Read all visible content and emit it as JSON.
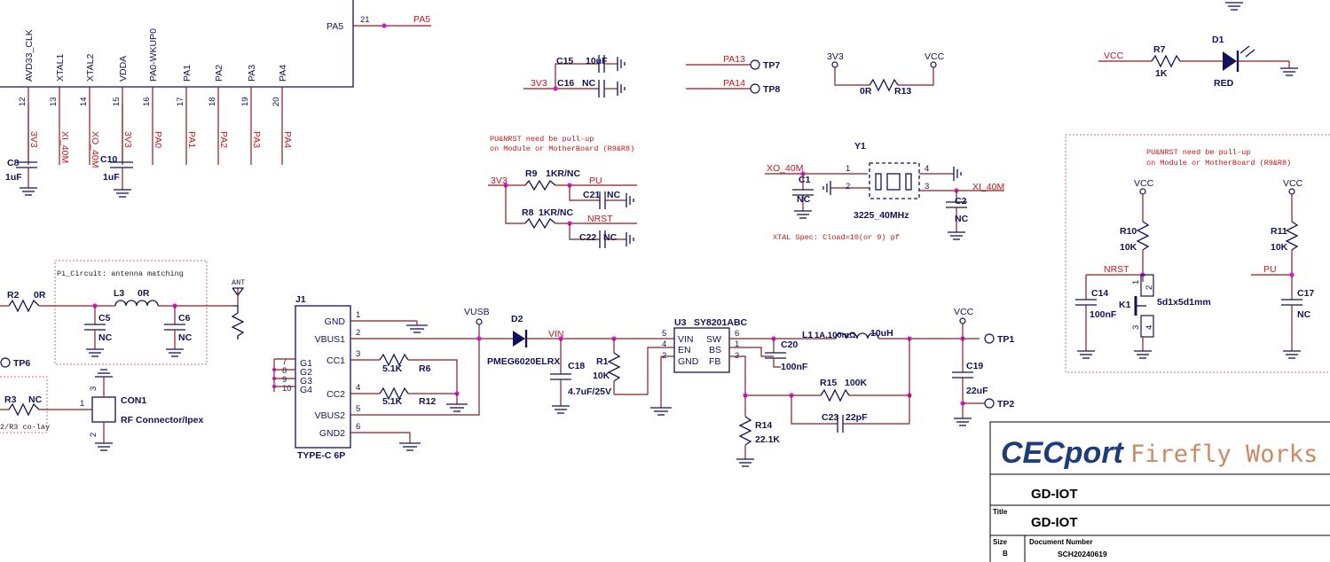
{
  "mcu": {
    "pins": [
      {
        "num": "12",
        "name": "AVD33_CLK",
        "net": "3V3"
      },
      {
        "num": "13",
        "name": "XTAL1",
        "net": "XI_40M"
      },
      {
        "num": "14",
        "name": "XTAL2",
        "net": "XO_40M"
      },
      {
        "num": "15",
        "name": "VDDA",
        "net": "3V3"
      },
      {
        "num": "16",
        "name": "PA0-WKUP0",
        "net": "PA0"
      },
      {
        "num": "17",
        "name": "PA1",
        "net": "PA1"
      },
      {
        "num": "18",
        "name": "PA2",
        "net": "PA2"
      },
      {
        "num": "19",
        "name": "PA3",
        "net": "PA3"
      },
      {
        "num": "20",
        "name": "PA4",
        "net": "PA4"
      }
    ],
    "pa5": {
      "name": "PA5",
      "num": "21",
      "net": "PA5"
    },
    "c8": {
      "ref": "C8",
      "val": "1uF"
    },
    "c10": {
      "ref": "C10",
      "val": "1uF"
    }
  },
  "caps_top": {
    "c15": "C15",
    "c15_val": "10uF",
    "c16": "C16",
    "c16_val": "NC",
    "net": "3V3"
  },
  "testpoints_top": {
    "tp7_net": "PA13",
    "tp7": "TP7",
    "tp8_net": "PA14",
    "tp8": "TP8"
  },
  "r13": {
    "left": "3V3",
    "right": "VCC",
    "val": "0R",
    "ref": "R13"
  },
  "led": {
    "net": "VCC",
    "r_ref": "R7",
    "r_val": "1K",
    "d_ref": "D1",
    "d_val": "RED"
  },
  "reset_note": {
    "line1": "PU&NRST need be pull-up",
    "line2": "on Module or MotherBoard (R9&R8)"
  },
  "pullups": {
    "net": "3V3",
    "r9": "R9",
    "r9_val": "1KR/NC",
    "pu": "PU",
    "c21": "C21",
    "c21_val": "NC",
    "r8": "R8",
    "r8_val": "1KR/NC",
    "nrst": "NRST",
    "c22": "C22",
    "c22_val": "NC"
  },
  "crystal": {
    "ref": "Y1",
    "val": "3225_40MHz",
    "xo": "XO_40M",
    "xi": "XI_40M",
    "c1": "C1",
    "c1_val": "NC",
    "c2": "C2",
    "c2_val": "NC",
    "p1": "1",
    "p2": "2",
    "p3": "3",
    "p4": "4",
    "spec": "XTAL Spec: Cload=10(or 9) pf"
  },
  "rf": {
    "r2": "R2",
    "r2_val": "0R",
    "pi_title": "Pi_Circuit: antenna matching",
    "l3": "L3",
    "l3_val": "0R",
    "c5": "C5",
    "c5_val": "NC",
    "c6": "C6",
    "c6_val": "NC",
    "ant": "ANT",
    "tp6": "TP6",
    "r3": "R3",
    "r3_val": "NC",
    "colay": "2/R3 co-lay",
    "con1": "CON1",
    "con1_val": "RF Connector/Ipex",
    "p1": "1",
    "p2": "2",
    "p3": "3"
  },
  "usb": {
    "ref": "J1",
    "val": "TYPE-C 6P",
    "pins": [
      {
        "name": "GND",
        "num": "1"
      },
      {
        "name": "VBUS1",
        "num": "2"
      },
      {
        "name": "CC1",
        "num": "3"
      },
      {
        "name": "CC2",
        "num": "4"
      },
      {
        "name": "VBUS2",
        "num": "5"
      },
      {
        "name": "GND2",
        "num": "6"
      }
    ],
    "gpins": [
      {
        "name": "G1",
        "num": "7"
      },
      {
        "name": "G2",
        "num": "8"
      },
      {
        "name": "G3",
        "num": "9"
      },
      {
        "name": "G4",
        "num": "10"
      }
    ],
    "r6": "R6",
    "r6_val": "5.1K",
    "r12": "R12",
    "r12_val": "5.1K"
  },
  "power": {
    "vusb": "VUSB",
    "d2": "D2",
    "d2_val": "PMEG6020ELRX",
    "vin": "VIN",
    "c18": "C18",
    "c18_val": "4.7uF/25V",
    "r1": "R1",
    "r1_val": "10K",
    "u3": "U3",
    "u3_val": "SY8201ABC",
    "u3_pins": {
      "vin": "VIN",
      "en": "EN",
      "gnd": "GND",
      "sw": "SW",
      "bs": "BS",
      "fb": "FB",
      "n5": "5",
      "n4": "4",
      "n2": "2",
      "n6": "6",
      "n1": "1",
      "n3": "3"
    },
    "c20": "C20",
    "c20_val": "100nF",
    "l1": "L1",
    "l1_desc": "1A,100mΩ",
    "l1_val": "10uH",
    "r15": "R15",
    "r15_val": "100K",
    "c23": "C23",
    "c23_val": "22pF",
    "r14": "R14",
    "r14_val": "22.1K",
    "vcc": "VCC",
    "c19": "C19",
    "c19_val": "22uF",
    "tp1": "TP1",
    "tp2": "TP2"
  },
  "right_panel": {
    "note1": "PU&NRST need be pull-up",
    "note2": "on Module or MotherBoard (R9&R8)",
    "vcc": "VCC",
    "r10": "R10",
    "r10_val": "10K",
    "r11": "R11",
    "r11_val": "10K",
    "nrst": "NRST",
    "pu": "PU",
    "c14": "C14",
    "c14_val": "100nF",
    "c17": "C17",
    "c17_val": "NC",
    "k1": "K1",
    "k1_val": "5d1x5d1mm",
    "k_p1": "1",
    "k_p2": "2",
    "k_p3": "3",
    "k_p4": "4"
  },
  "title_block": {
    "logo_main": "CECport",
    "logo_sub": "Firefly Works",
    "project": "GD-IOT",
    "title_label": "Title",
    "title": "GD-IOT",
    "size_label": "Size",
    "size": "B",
    "docnum_label": "Document Number",
    "docnum": "SCH20240619"
  }
}
